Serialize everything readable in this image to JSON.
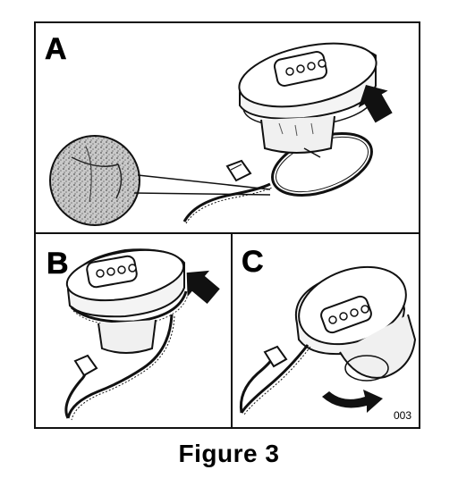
{
  "figure": {
    "caption": "Figure 3",
    "code": "003",
    "panels": [
      {
        "letter": "A"
      },
      {
        "letter": "B"
      },
      {
        "letter": "C"
      }
    ]
  }
}
